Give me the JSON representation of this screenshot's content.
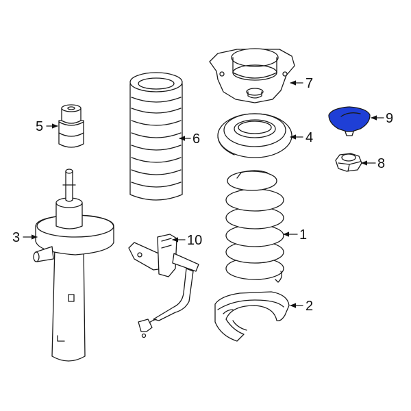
{
  "diagram": {
    "highlight_color": "#1f3fd6",
    "parts": [
      {
        "label": "1",
        "name": "coil-spring"
      },
      {
        "label": "2",
        "name": "spring-seat-shield"
      },
      {
        "label": "3",
        "name": "strut-assembly"
      },
      {
        "label": "4",
        "name": "upper-spring-seat"
      },
      {
        "label": "5",
        "name": "bump-stop"
      },
      {
        "label": "6",
        "name": "dust-boot"
      },
      {
        "label": "7",
        "name": "strut-mount"
      },
      {
        "label": "8",
        "name": "nut"
      },
      {
        "label": "9",
        "name": "cap",
        "highlighted": true
      },
      {
        "label": "10",
        "name": "level-sensor"
      }
    ]
  }
}
